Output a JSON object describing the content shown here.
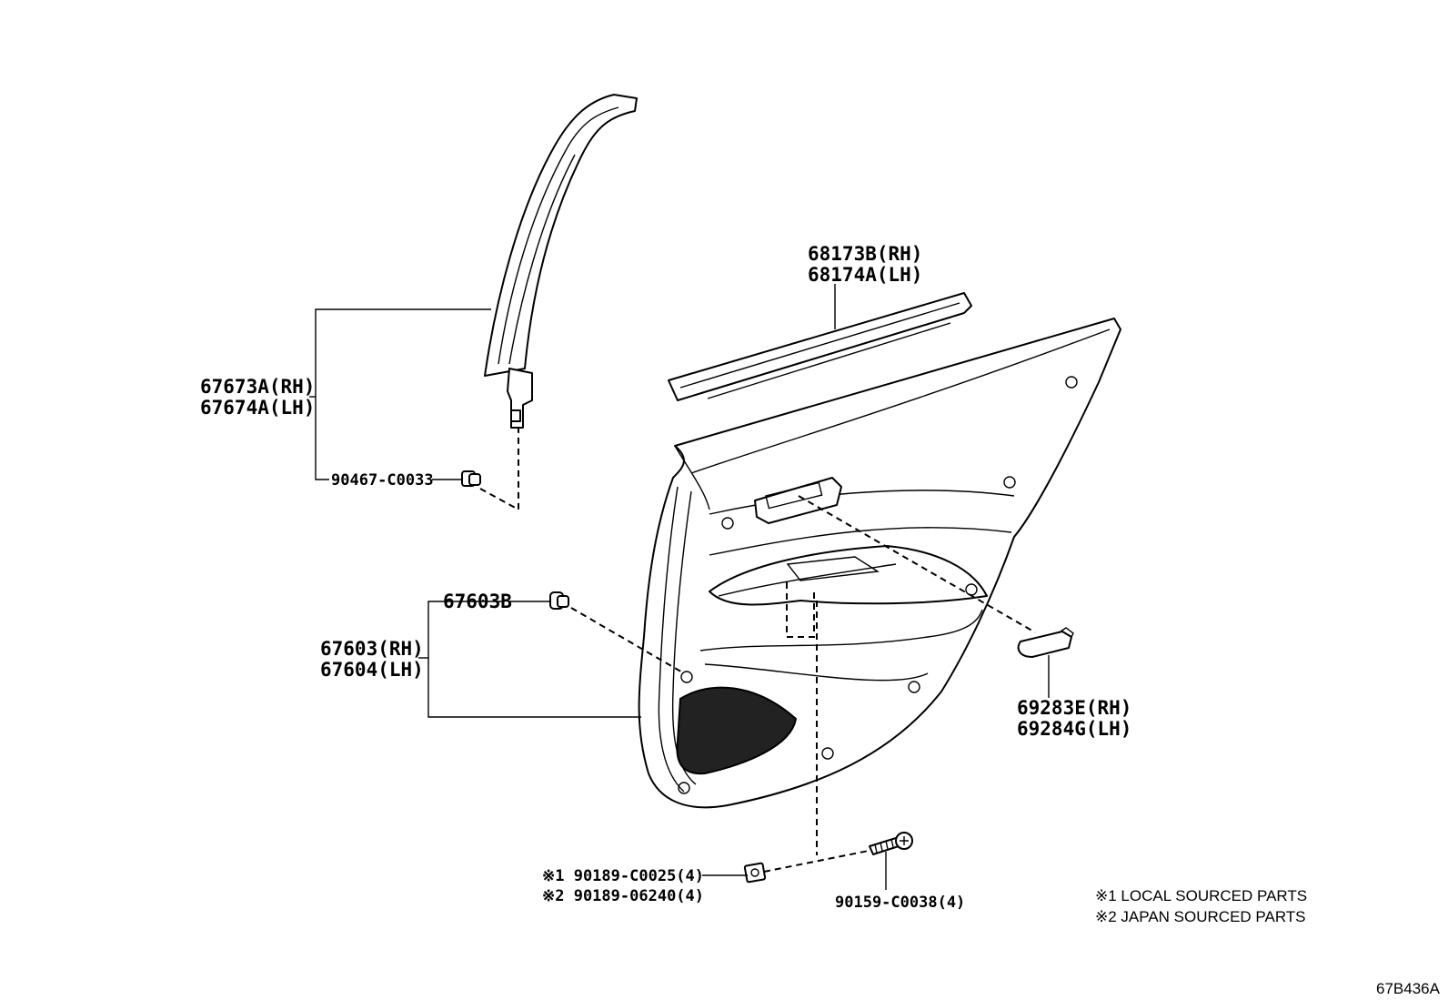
{
  "labels": {
    "pillar_garnish_rh": "67673A(RH)",
    "pillar_garnish_lh": "67674A(LH)",
    "clip_90467": "90467-C0033",
    "weatherstrip_rh": "68173B(RH)",
    "weatherstrip_lh": "68174A(LH)",
    "clip_67603b": "67603B",
    "trim_board_rh": "67603(RH)",
    "trim_board_lh": "67604(LH)",
    "handle_rh": "69283E(RH)",
    "handle_lh": "69284G(LH)",
    "nut_local": "※1 90189-C0025(4)",
    "nut_japan": "※2 90189-06240(4)",
    "screw": "90159-C0038(4)"
  },
  "notes": {
    "local": "※1 LOCAL SOURCED PARTS",
    "japan": "※2 JAPAN SOURCED PARTS"
  },
  "diagram_code": "67B436A"
}
